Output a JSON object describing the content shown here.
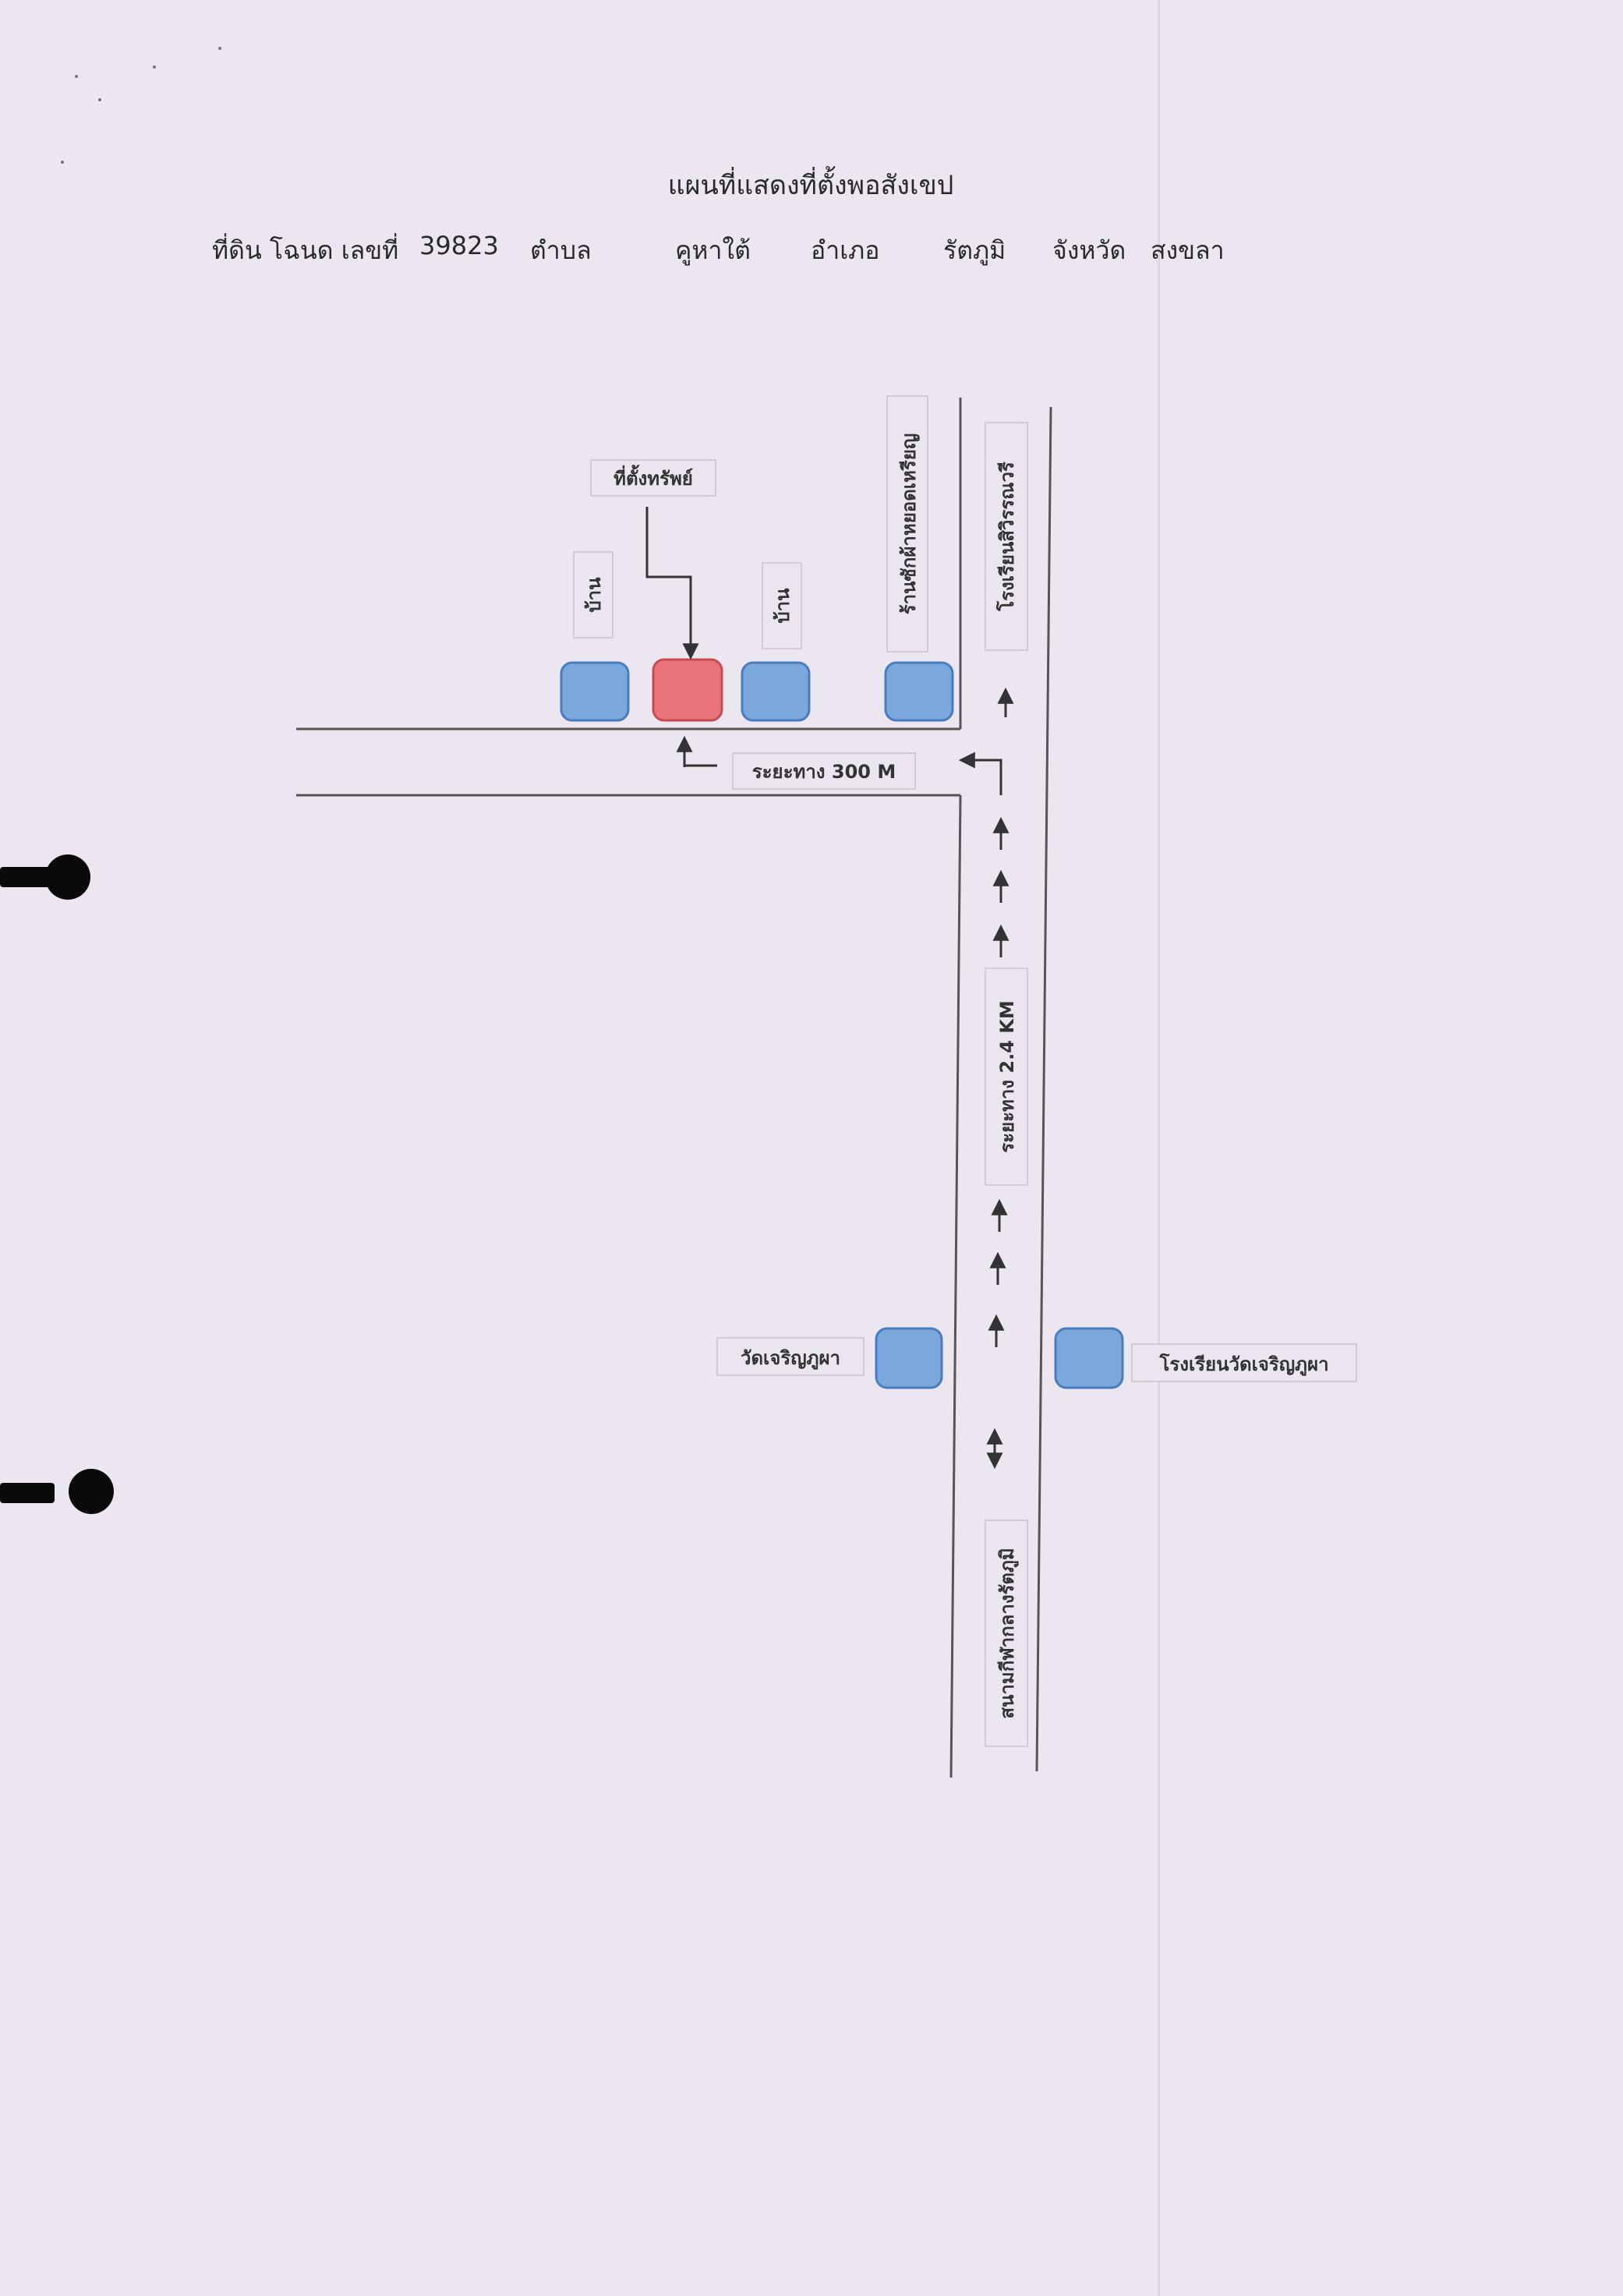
{
  "document": {
    "title": "แผนที่แสดงที่ตั้งพอสังเขป",
    "info": {
      "deed_label": "ที่ดิน โฉนด เลขที่",
      "deed_number": "39823",
      "subdistrict_label": "ตำบล",
      "subdistrict": "คูหาใต้",
      "district_label": "อำเภอ",
      "district": "รัตภูมิ",
      "province_label": "จังหวัด",
      "province": "สงขลา"
    }
  },
  "map": {
    "labels": {
      "property_site": "ที่ตั้งทรัพย์",
      "house_left": "บ้าน",
      "house_right": "บ้าน",
      "shop": "ร้านซักผ้าหยอดเหรียญ",
      "school_top": "โรงเรียนสิวิรรณวรี",
      "distance_side_road": "ระยะทาง 300 M",
      "distance_main_road": "ระยะทาง 2.4 KM",
      "temple": "วัดเจริญภูผา",
      "temple_school": "โรงเรียนวัดเจริญภูผา",
      "stadium": "สนามกีฬากลางรัตภูมิ"
    },
    "colors": {
      "landmark_fill": "#7aa8dc",
      "landmark_stroke": "#4a7dbf",
      "property_fill": "#e8737a",
      "property_stroke": "#c84a52",
      "road_line": "#555555"
    }
  }
}
